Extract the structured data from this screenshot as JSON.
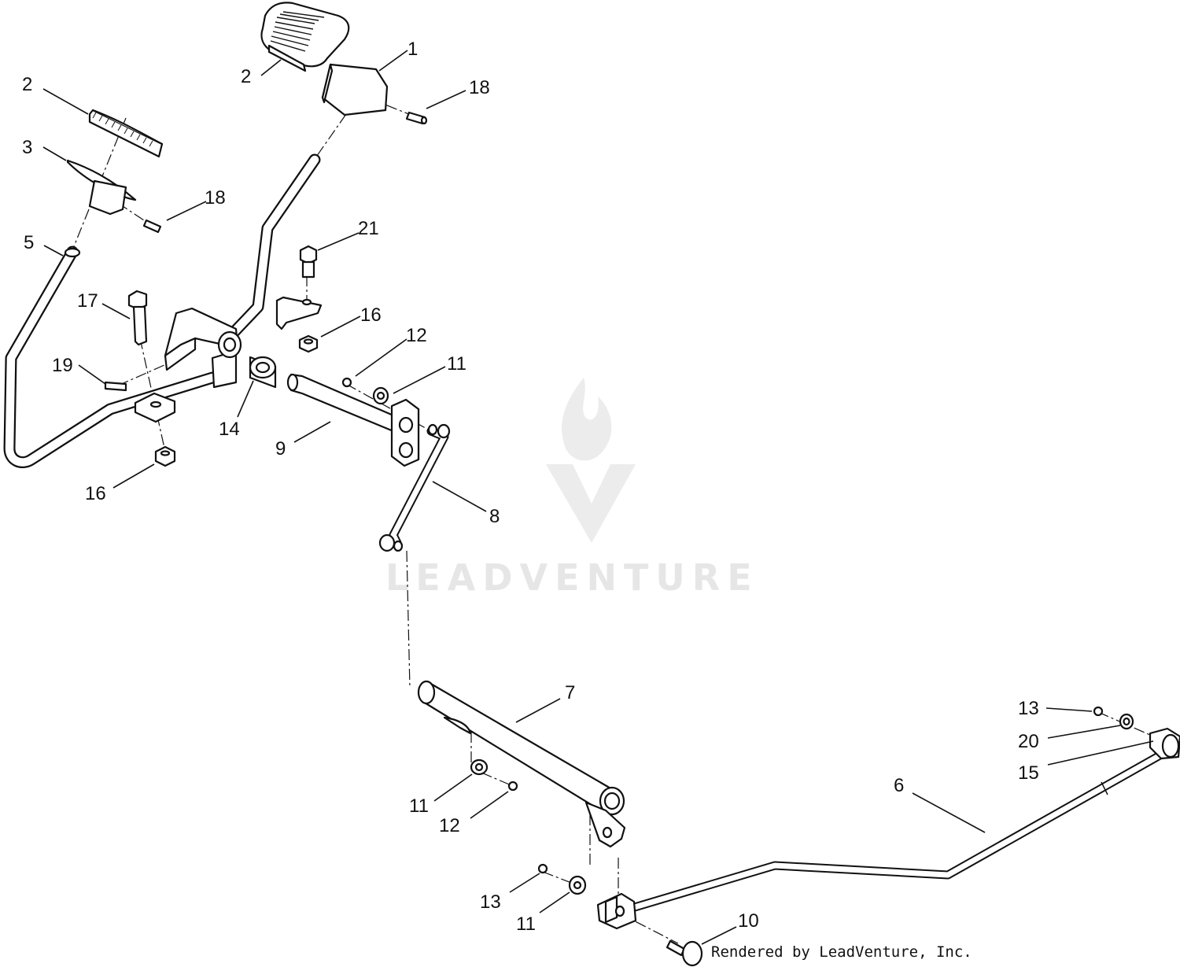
{
  "watermark": {
    "brand": "LEADVENTURE"
  },
  "credit": "Rendered by LeadVenture, Inc.",
  "callouts": [
    {
      "id": "c1",
      "label": "1"
    },
    {
      "id": "c2a",
      "label": "2"
    },
    {
      "id": "c2b",
      "label": "2"
    },
    {
      "id": "c3",
      "label": "3"
    },
    {
      "id": "c18a",
      "label": "18"
    },
    {
      "id": "c18b",
      "label": "18"
    },
    {
      "id": "c5",
      "label": "5"
    },
    {
      "id": "c21",
      "label": "21"
    },
    {
      "id": "c17",
      "label": "17"
    },
    {
      "id": "c16a",
      "label": "16"
    },
    {
      "id": "c12a",
      "label": "12"
    },
    {
      "id": "c19",
      "label": "19"
    },
    {
      "id": "c11a",
      "label": "11"
    },
    {
      "id": "c14",
      "label": "14"
    },
    {
      "id": "c9",
      "label": "9"
    },
    {
      "id": "c16b",
      "label": "16"
    },
    {
      "id": "c8",
      "label": "8"
    },
    {
      "id": "c7",
      "label": "7"
    },
    {
      "id": "c13a",
      "label": "13"
    },
    {
      "id": "c20",
      "label": "20"
    },
    {
      "id": "c15",
      "label": "15"
    },
    {
      "id": "c6",
      "label": "6"
    },
    {
      "id": "c11b",
      "label": "11"
    },
    {
      "id": "c12b",
      "label": "12"
    },
    {
      "id": "c13b",
      "label": "13"
    },
    {
      "id": "c11c",
      "label": "11"
    },
    {
      "id": "c10",
      "label": "10"
    }
  ]
}
